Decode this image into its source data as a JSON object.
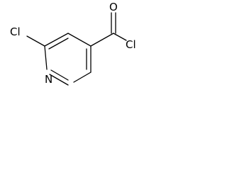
{
  "molecule": {
    "atoms": {
      "chlorine_ring": "Cl",
      "ring_nitrogen": "N",
      "carbonyl_oxygen": "O",
      "chlorine_acyl": "Cl"
    }
  }
}
